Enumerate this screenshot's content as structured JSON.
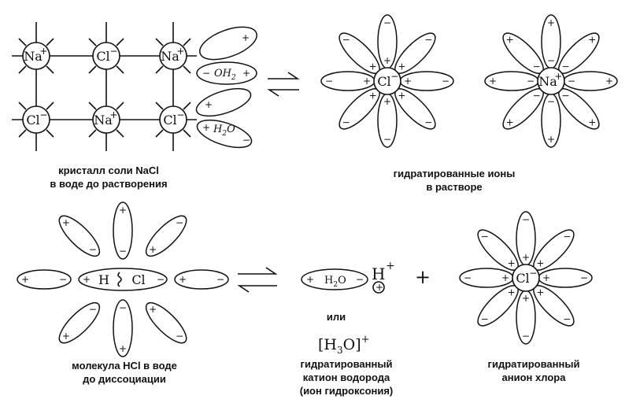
{
  "ions": {
    "na": "Na",
    "cl": "Cl",
    "na_charge": "+",
    "cl_charge": "−"
  },
  "signs": {
    "plus": "+",
    "minus": "−"
  },
  "water_labels": {
    "oh2": "OH",
    "oh2_sub": "2",
    "h2o_h": "H",
    "h2o_sub": "2",
    "h2o_o": "O"
  },
  "hcl": {
    "h": "H",
    "cl": "Cl"
  },
  "products": {
    "h2o": "H",
    "h2o_sub": "2",
    "h2o_o": "O",
    "h_ion": "H",
    "h_charge": "+",
    "plus_sign": "+",
    "or": "или",
    "hydronium_open": "[H",
    "hydronium_sub": "3",
    "hydronium_close": "O]",
    "hydronium_charge": "+"
  },
  "captions": {
    "crystal_1": "кристалл соли NaCl",
    "crystal_2": "в воде до растворения",
    "hydrated_1": "гидратированные ионы",
    "hydrated_2": "в растворе",
    "hcl_1": "молекула HCl в воде",
    "hcl_2": "до диссоциации",
    "cation_1": "гидратированный",
    "cation_2": "катион водорода",
    "cation_3": "(ион гидроксония)",
    "anion_1": "гидратированный",
    "anion_2": "анион хлора"
  }
}
